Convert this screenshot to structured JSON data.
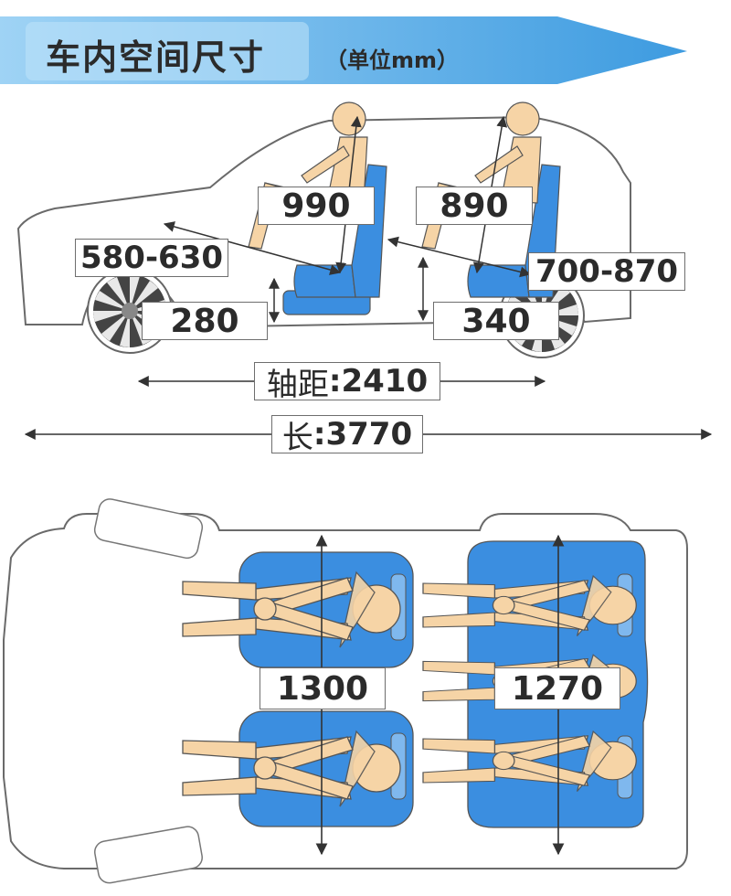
{
  "header": {
    "title": "车内空间尺寸",
    "unit": "（单位mm）",
    "color_light": "#8ecbf2",
    "color_dark": "#3f9ee0"
  },
  "side_view": {
    "front_headroom": "990",
    "rear_headroom": "890",
    "front_legroom": "580-630",
    "rear_legroom": "700-870",
    "front_seat_height": "280",
    "rear_seat_height": "340",
    "wheelbase_label": "轴距",
    "wheelbase_value": ":2410",
    "length_label": "长",
    "length_value": ":3770"
  },
  "top_view": {
    "front_shoulder_width": "1300",
    "rear_shoulder_width": "1270"
  },
  "colors": {
    "seat_blue": "#3b8ee0",
    "skin": "#f6d4a6",
    "outline": "#555555"
  }
}
